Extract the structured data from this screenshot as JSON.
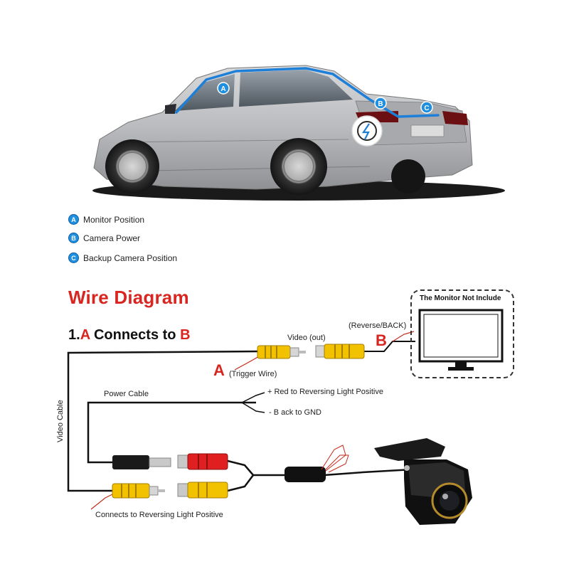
{
  "car": {
    "markers": [
      "A",
      "B",
      "C"
    ],
    "colors": {
      "route": "#1e7fd8",
      "marker": "#1f8fe0"
    }
  },
  "legend": [
    {
      "letter": "A",
      "label": "Monitor Position"
    },
    {
      "letter": "B",
      "label": "Camera Power"
    },
    {
      "letter": "C",
      "label": "Backup Camera Position"
    }
  ],
  "wire": {
    "title": "Wire Diagram",
    "step_prefix": "1.",
    "step_from": "A",
    "step_middle": " Connects to ",
    "step_to": "B",
    "video_out": "Video (out)",
    "reverse_back": "(Reverse/BACK)",
    "letter_b": "B",
    "letter_a": "A",
    "trigger_wire": "(Trigger Wire)",
    "monitor_note": "The Monitor Not Include",
    "power_cable": "Power Cable",
    "positive_note": "+ Red to Reversing Light Positive",
    "negative_note": "- B ack to GND",
    "video_cable": "Video Cable",
    "reversing_note": "Connects to Reversing Light Positive"
  },
  "colors": {
    "accent_red": "#d8251f",
    "rca_yellow": "#f2c200",
    "rca_red": "#e02020",
    "wire_black": "#111111"
  }
}
